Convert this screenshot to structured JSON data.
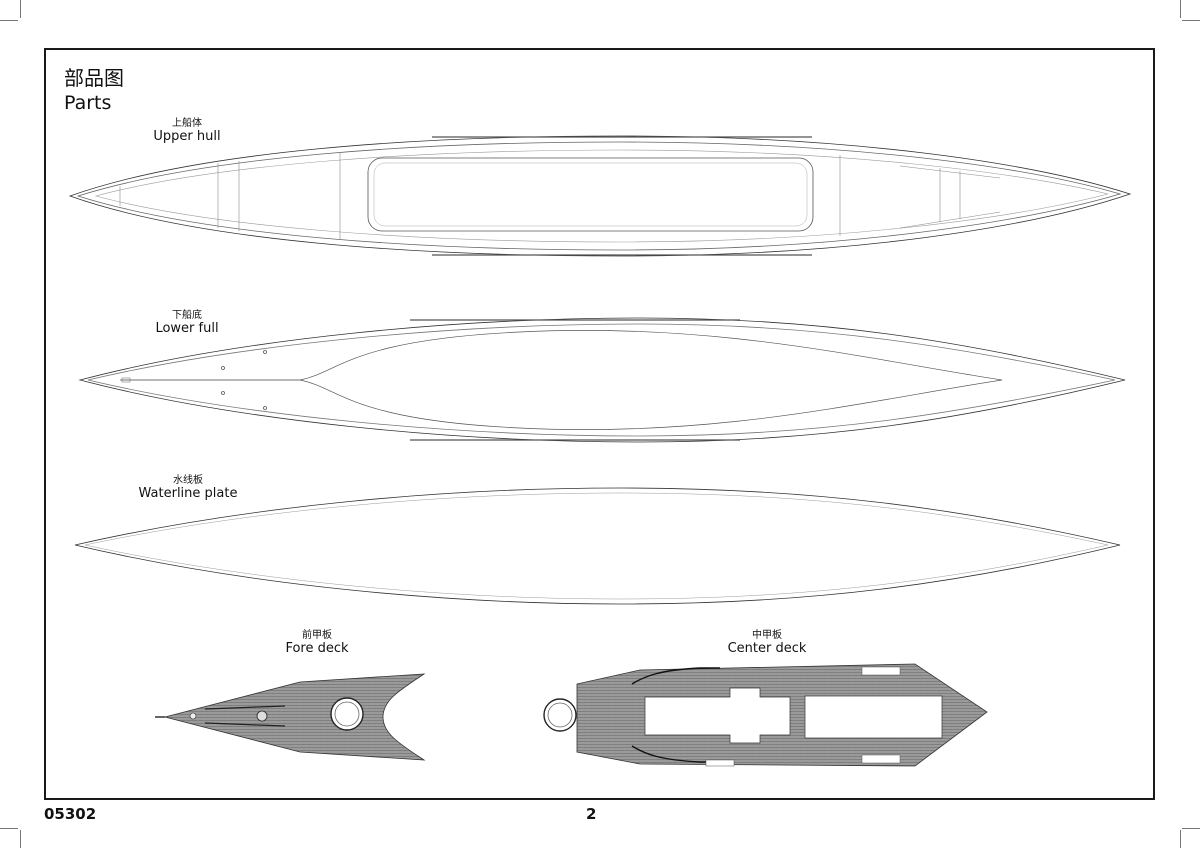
{
  "header": {
    "title_cn": "部品图",
    "title_en": "Parts"
  },
  "parts": {
    "upper_hull": {
      "cn": "上船体",
      "en": "Upper hull"
    },
    "lower_hull": {
      "cn": "下船底",
      "en": "Lower full"
    },
    "waterline": {
      "cn": "水线板",
      "en": "Waterline plate"
    },
    "fore_deck": {
      "cn": "前甲板",
      "en": "Fore deck"
    },
    "center_deck": {
      "cn": "中甲板",
      "en": "Center deck"
    }
  },
  "footer": {
    "code": "05302",
    "page": "2"
  }
}
